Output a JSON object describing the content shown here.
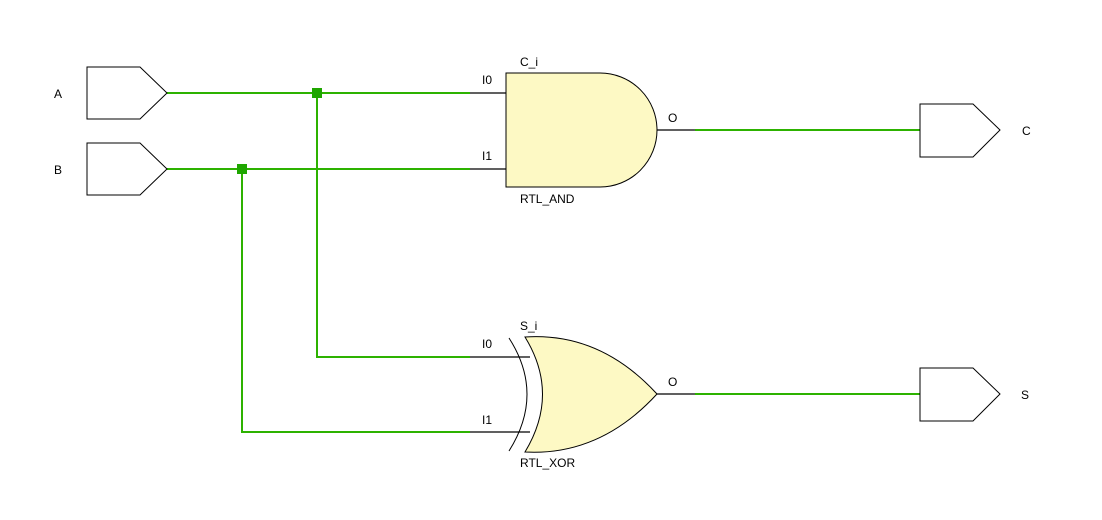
{
  "colors": {
    "wire": "#2db200",
    "junction": "#1fa600",
    "gate_fill": "#fdf9c4",
    "background": "#ffffff",
    "outline": "#000000"
  },
  "inputs": [
    {
      "label": "A"
    },
    {
      "label": "B"
    }
  ],
  "outputs": [
    {
      "label": "C"
    },
    {
      "label": "S"
    }
  ],
  "gates": {
    "and": {
      "instance": "C_i",
      "type": "RTL_AND",
      "pin_in0": "I0",
      "pin_in1": "I1",
      "pin_out": "O"
    },
    "xor": {
      "instance": "S_i",
      "type": "RTL_XOR",
      "pin_in0": "I0",
      "pin_in1": "I1",
      "pin_out": "O"
    }
  }
}
